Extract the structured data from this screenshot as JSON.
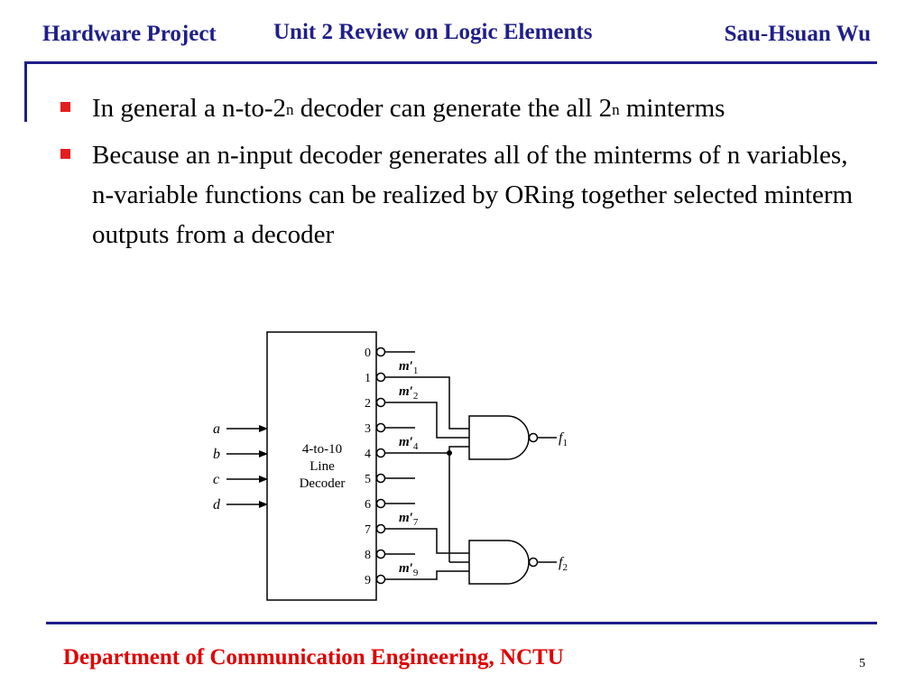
{
  "header": {
    "left": "Hardware Project",
    "center": "Unit 2 Review on Logic Elements",
    "right": "Sau-Hsuan Wu"
  },
  "bullets": [
    {
      "part1": "In general a n-to-2",
      "sup1": "n",
      "part2": " decoder can generate the all 2",
      "sup2": "n",
      "part3": " minterms"
    },
    {
      "text": "Because an n-input decoder generates all of the minterms of n variables, n-variable functions can be realized by ORing together selected minterm outputs from a decoder"
    }
  ],
  "diagram": {
    "decoder_label": [
      "4-to-10",
      "Line",
      "Decoder"
    ],
    "inputs": [
      "a",
      "b",
      "c",
      "d"
    ],
    "outputs": [
      "0",
      "1",
      "2",
      "3",
      "4",
      "5",
      "6",
      "7",
      "8",
      "9"
    ],
    "minterm_labels": [
      {
        "base": "m′",
        "sub": "1"
      },
      {
        "base": "m′",
        "sub": "2"
      },
      {
        "base": "m′",
        "sub": "4"
      },
      {
        "base": "m′",
        "sub": "7"
      },
      {
        "base": "m′",
        "sub": "9"
      }
    ],
    "function_outputs": [
      {
        "base": "f",
        "sub": "1"
      },
      {
        "base": "f",
        "sub": "2"
      }
    ]
  },
  "footer": {
    "department": "Department of Communication Engineering, NCTU",
    "page_number": "5"
  },
  "colors": {
    "header_blue": "#1f1f8a",
    "footer_red": "#e00000",
    "bullet_red": "#e31e1e"
  }
}
